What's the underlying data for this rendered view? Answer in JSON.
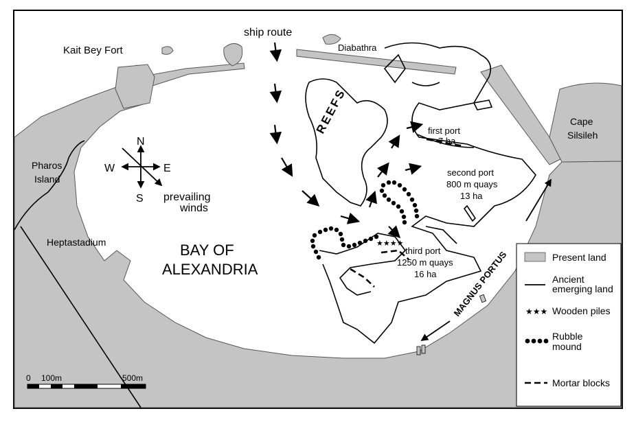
{
  "labels": {
    "ship_route": "ship route",
    "kait_bey_fort": "Kait Bey Fort",
    "diabathra": "Diabathra",
    "reefs": "REEFS",
    "cape_silsileh_1": "Cape",
    "cape_silsileh_2": "Silsileh",
    "pharos_1": "Pharos",
    "pharos_2": "Island",
    "heptastadium": "Heptastadium",
    "bay_1": "BAY OF",
    "bay_2": "ALEXANDRIA",
    "first_port_1": "first port",
    "first_port_2": "7 ha",
    "second_port_1": "second port",
    "second_port_2": "800 m quays",
    "second_port_3": "13 ha",
    "third_port_1": "third port",
    "third_port_2": "1250 m quays",
    "third_port_3": "16 ha",
    "magnus_portus": "MAGNUS PORTUS",
    "prevailing_1": "prevailing",
    "prevailing_2": "winds"
  },
  "compass": {
    "n": "N",
    "s": "S",
    "e": "E",
    "w": "W"
  },
  "scale": {
    "start": "0",
    "mid": "100m",
    "end": "500m"
  },
  "legend": {
    "present_land": "Present land",
    "ancient_1": "Ancient",
    "ancient_2": "emerging land",
    "wooden_piles": "Wooden piles",
    "rubble_1": "Rubble",
    "rubble_2": "mound",
    "mortar_blocks": "Mortar blocks"
  },
  "colors": {
    "land": "#c4c4c4",
    "water": "#ffffff",
    "lines": "#000000"
  }
}
